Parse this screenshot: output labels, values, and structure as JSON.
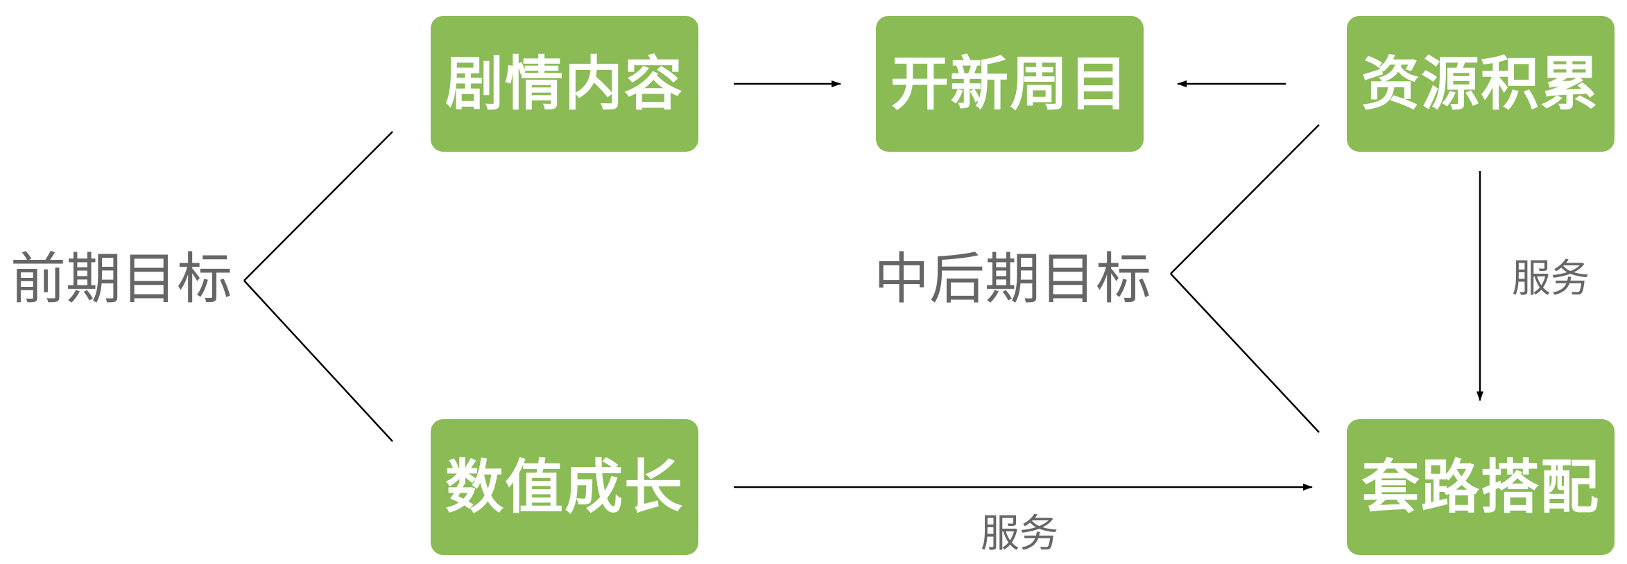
{
  "boxes": {
    "story": "剧情内容",
    "newgame": "开新周目",
    "resources": "资源积累",
    "growth": "数值成长",
    "builds": "套路搭配"
  },
  "labels": {
    "early_goal": "前期目标",
    "late_goal": "中后期目标",
    "service_bottom": "服务",
    "service_right": "服务"
  },
  "colors": {
    "box_fill": "#8abb55",
    "box_text": "#ffffff",
    "label_text": "#666666",
    "line": "#000000"
  }
}
